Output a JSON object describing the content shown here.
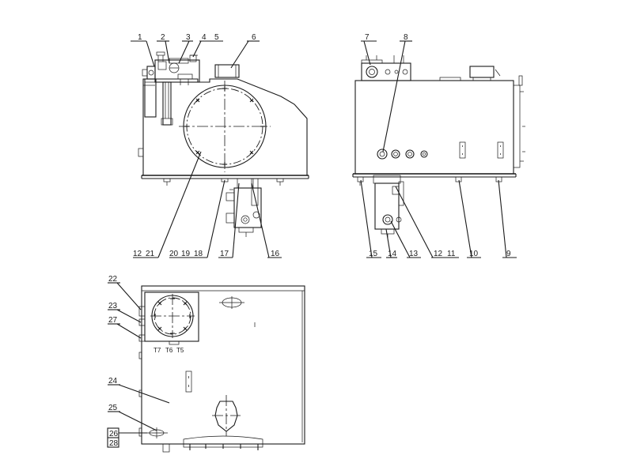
{
  "front_view": {
    "callouts_top": [
      "1",
      "2",
      "3",
      "4",
      "5",
      "6"
    ],
    "callouts_bottom": [
      "12",
      "21",
      "20",
      "19",
      "18",
      "17",
      "16"
    ]
  },
  "side_view": {
    "callouts_top": [
      "7",
      "8"
    ],
    "callouts_bottom": [
      "15",
      "14",
      "13",
      "12",
      "11",
      "10",
      "9"
    ]
  },
  "top_view": {
    "callouts_left": [
      "22",
      "23",
      "27",
      "24",
      "25",
      "26",
      "28"
    ],
    "inner_labels": [
      "T7",
      "T6",
      "T5"
    ]
  }
}
